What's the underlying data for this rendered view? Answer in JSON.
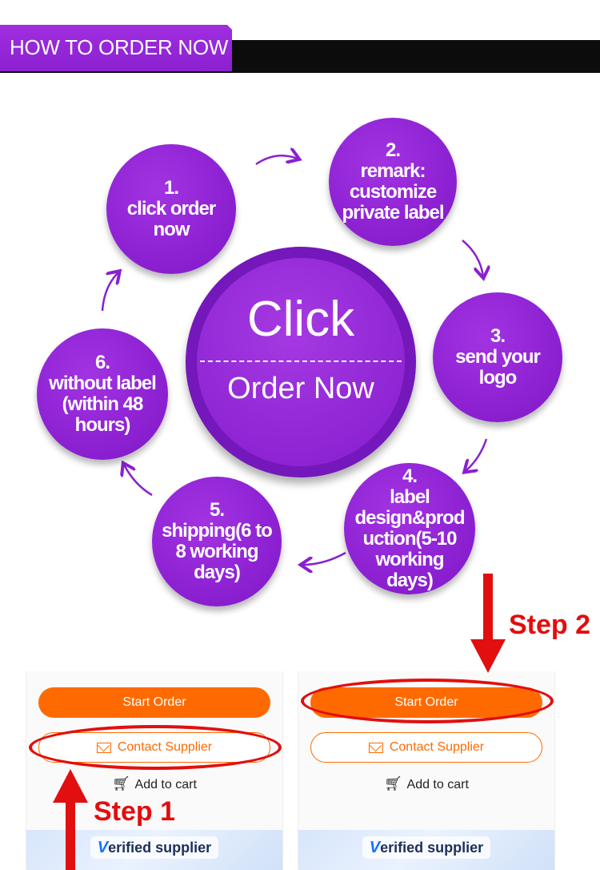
{
  "header": {
    "title": "HOW TO ORDER NOW"
  },
  "steps": [
    {
      "label": "1.\nclick order\nnow"
    },
    {
      "label": "2.\nremark:\ncustomize\nprivate label"
    },
    {
      "label": "3.\nsend your\nlogo"
    },
    {
      "label": "4.\nlabel\ndesign&prod\nuction(5-10\nworking\ndays)"
    },
    {
      "label": "5.\nshipping(6 to\n8 working\ndays)"
    },
    {
      "label": "6.\nwithout label\n(within 48\nhours)"
    }
  ],
  "center": {
    "click": "Click",
    "order_now": "Order Now"
  },
  "panel_left": {
    "start_order": "Start Order",
    "contact_supplier": "Contact Supplier",
    "add_to_cart": "Add to cart",
    "verified_v": "V",
    "verified_rest": "erified supplier",
    "step_label": "Step 1"
  },
  "panel_right": {
    "start_order": "Start Order",
    "contact_supplier": "Contact Supplier",
    "add_to_cart": "Add to cart",
    "verified_v": "V",
    "verified_rest": "erified supplier",
    "step_label": "Step 2"
  },
  "colors": {
    "purple": "#8b20cf",
    "orange": "#ff6a00",
    "red": "#e10f0f"
  },
  "icons": [
    "mail-icon",
    "cart-icon",
    "arrow-icon"
  ]
}
